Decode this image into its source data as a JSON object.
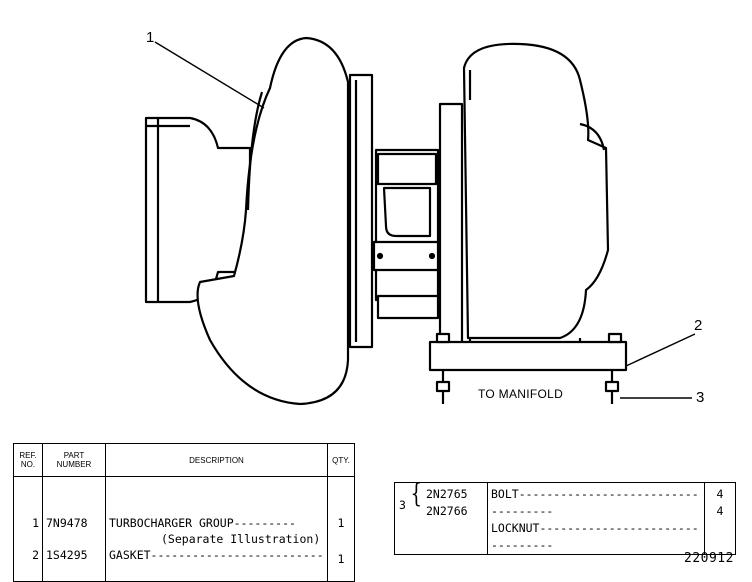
{
  "callouts": {
    "c1": "1",
    "c2": "2",
    "c3": "3"
  },
  "drawing_label": "TO MANIFOLD",
  "figure_number": "220912",
  "left_table": {
    "headers": {
      "ref_no": "REF. NO.",
      "part_number": "PART NUMBER",
      "description": "DESCRIPTION",
      "qty": "QTY."
    },
    "rows": [
      {
        "ref": "1",
        "part": "7N9478",
        "desc": "TURBOCHARGER GROUP---------",
        "desc_sub": "(Separate Illustration)",
        "qty": "1"
      },
      {
        "ref": "2",
        "part": "1S4295",
        "desc": "GASKET-------------------------",
        "qty": "1"
      }
    ]
  },
  "right_table": {
    "ref": "3",
    "brace": "{",
    "rows": [
      {
        "part": "2N2765",
        "desc": "BOLT-----------------------------------",
        "qty": "4"
      },
      {
        "part": "2N2766",
        "desc": "LOCKNUT--------------------------------",
        "qty": "4"
      }
    ]
  }
}
